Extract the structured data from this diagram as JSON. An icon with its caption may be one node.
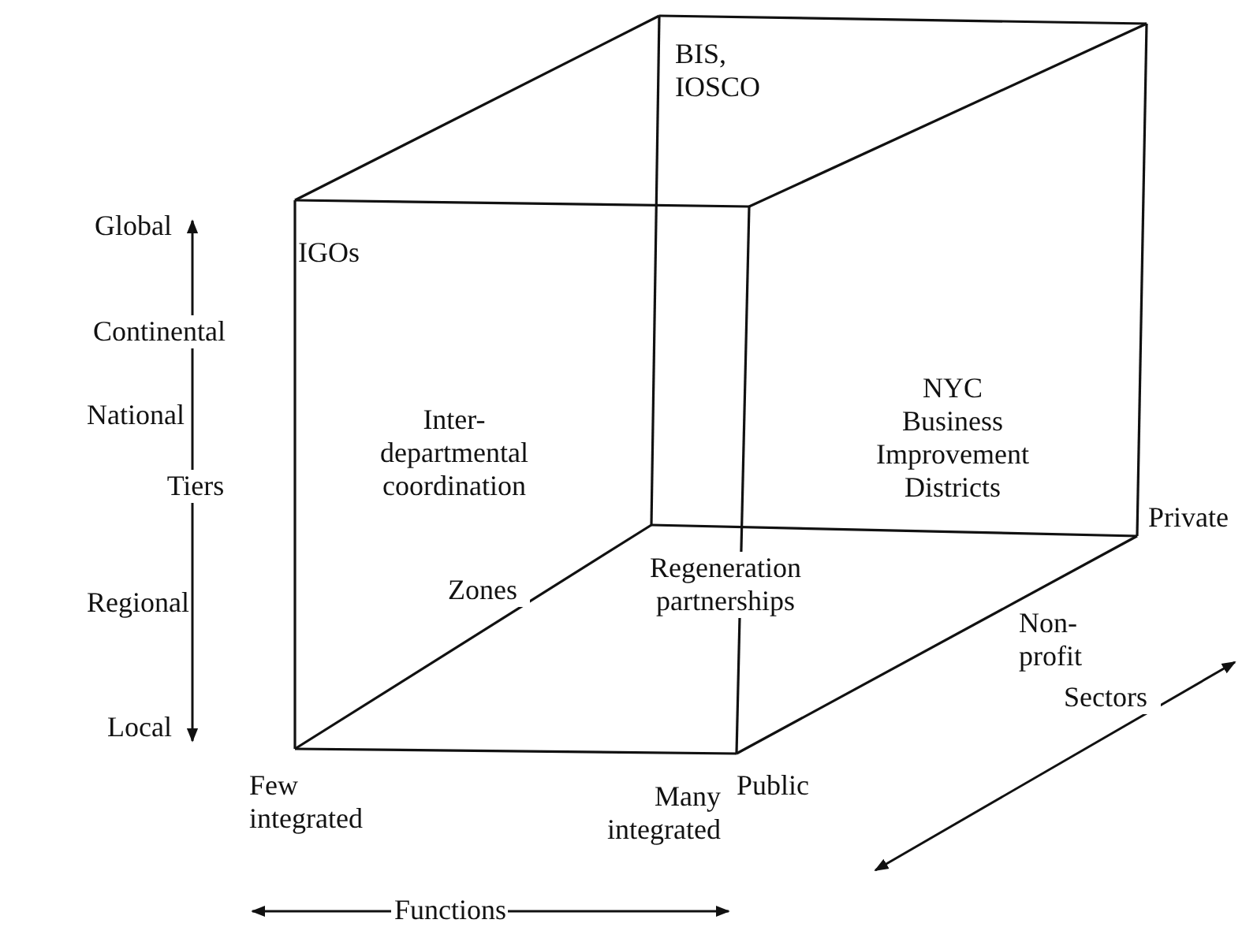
{
  "diagram": {
    "labels": [
      "BIS, IOSCO",
      "Global",
      "IGOs",
      "Continental",
      "National",
      "Inter-departmental coordination",
      "NYC Business Improvement Districts",
      "Tiers",
      "Private",
      "Regeneration partnerships",
      "Zones",
      "Regional",
      "Non-profit",
      "Sectors",
      "Local",
      "Public",
      "Few integrated",
      "Many integrated",
      "Functions"
    ]
  }
}
